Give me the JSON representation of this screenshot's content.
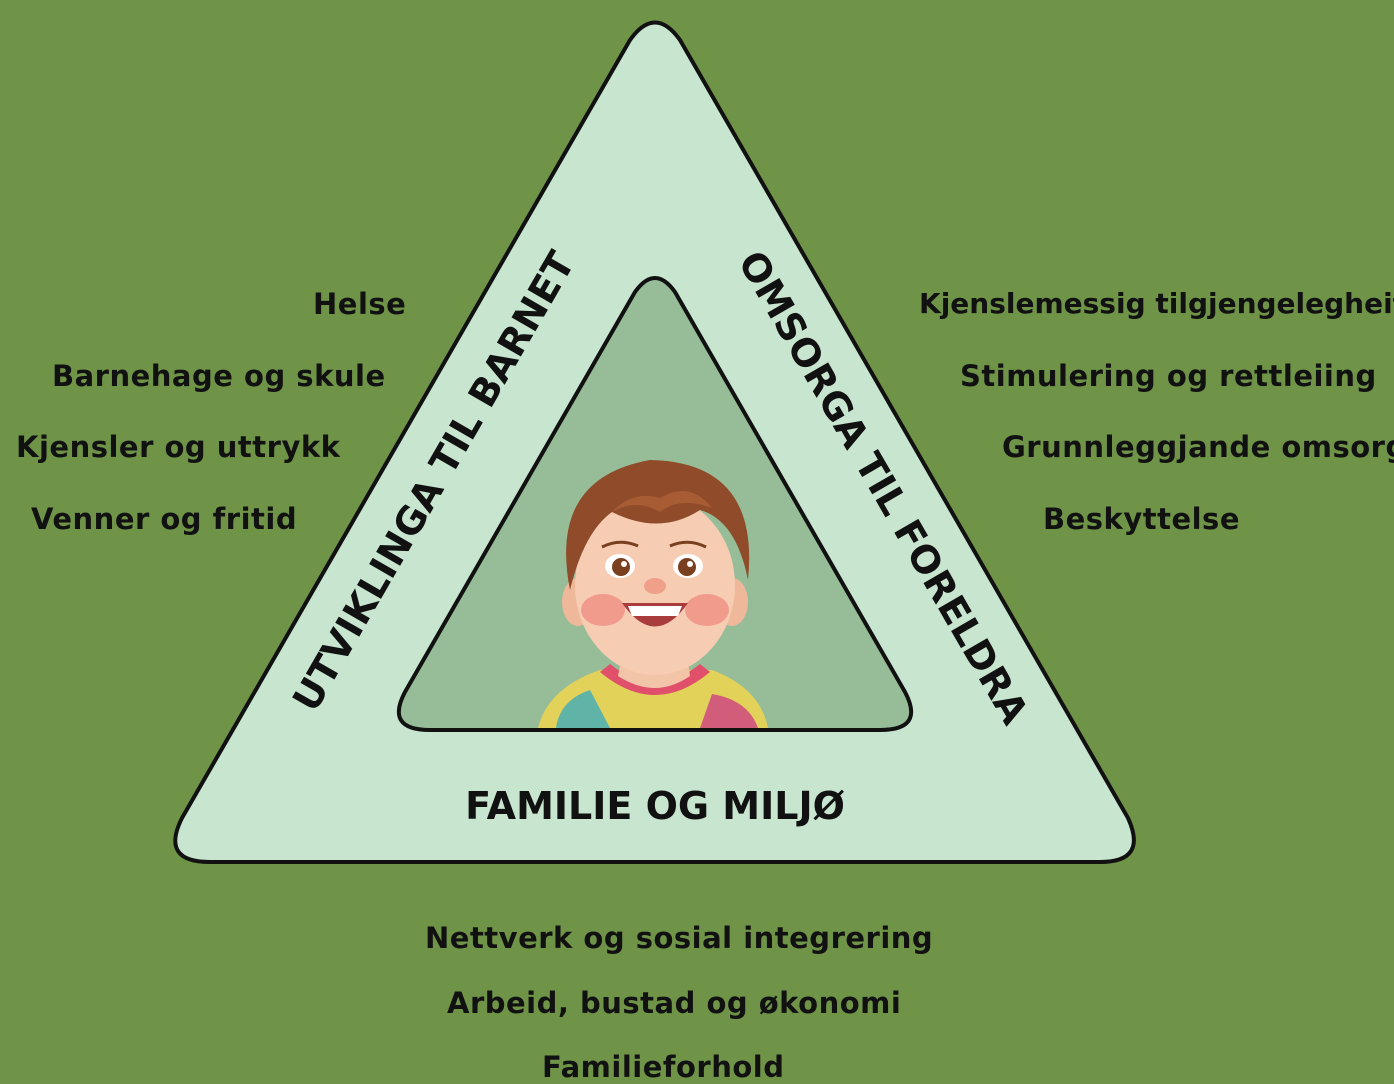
{
  "diagram": {
    "sides": {
      "left": "UTVIKLINGA TIL BARNET",
      "right": "OMSORGA TIL FORELDRA",
      "bottom": "FAMILIE OG MILJØ"
    },
    "left_items": [
      "Helse",
      "Barnehage og skule",
      "Kjensler og uttrykk",
      "Venner og fritid"
    ],
    "right_items": [
      "Kjenslemessig tilgjengelegheit",
      "Stimulering og rettleiing",
      "Grunnleggjande omsorg",
      "Beskyttelse"
    ],
    "bottom_items": [
      "Nettverk og sosial integrering",
      "Arbeid, bustad og økonomi",
      "Familieforhold"
    ]
  },
  "colors": {
    "background": "#6f9448",
    "outer_triangle": "#c8e5d0",
    "inner_triangle": "#96bd98",
    "outline": "#111111"
  },
  "icons": {
    "center": "child-illustration"
  }
}
